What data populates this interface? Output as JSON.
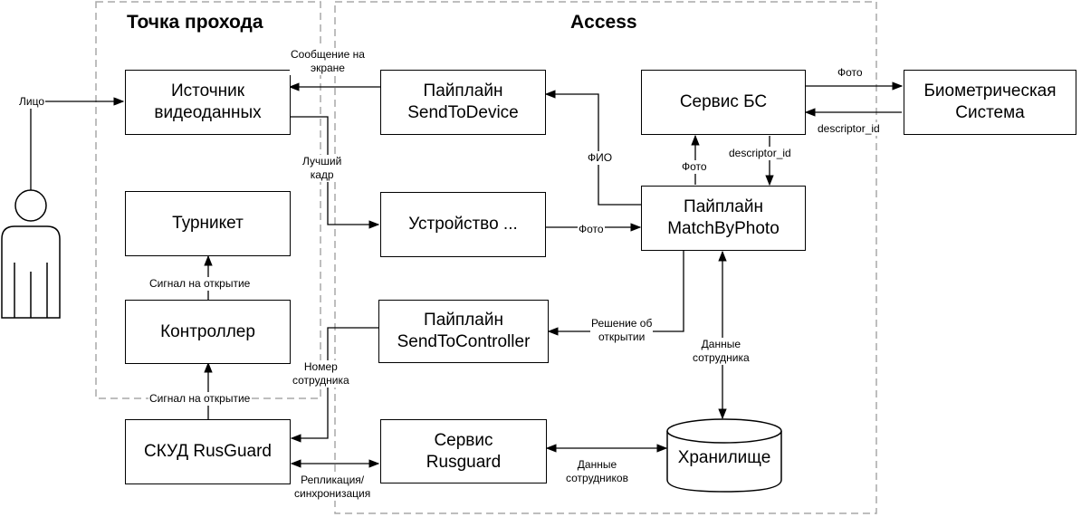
{
  "regions": {
    "gate": "Точка прохода",
    "access": "Access"
  },
  "boxes": {
    "video_source": "Источник\nвидеоданных",
    "turnstile": "Турникет",
    "controller": "Контроллер",
    "skud": "СКУД RusGuard",
    "send_to_device": "Пайплайн\nSendToDevice",
    "device": "Устройство ...",
    "send_to_controller": "Пайплайн\nSendToController",
    "rusguard_service": "Сервис\nRusguard",
    "bs_service": "Сервис БС",
    "biometric_system": "Биометрическая\nСистема",
    "match_by_photo": "Пайплайн\nMatchByPhoto",
    "storage": "Хранилище"
  },
  "edge_labels": {
    "face": "Лицо",
    "screen_message": "Сообщение на\nэкране",
    "best_frame": "Лучший\nкадр",
    "fio": "ФИО",
    "photo_device": "Фото",
    "photo_bs": "Фото",
    "photo_biometric": "Фото",
    "descriptor_bs": "descriptor_id",
    "descriptor_match": "descriptor_id",
    "open_signal_turnstile": "Сигнал на открытие",
    "open_signal_controller": "Сигнал на открытие",
    "employee_number": "Номер\nсотрудника",
    "open_decision": "Решение об\nоткрытии",
    "employee_data": "Данные\nсотрудника",
    "employees_data": "Данные\nсотрудников",
    "replication": "Репликация/\nсинхронизация"
  }
}
